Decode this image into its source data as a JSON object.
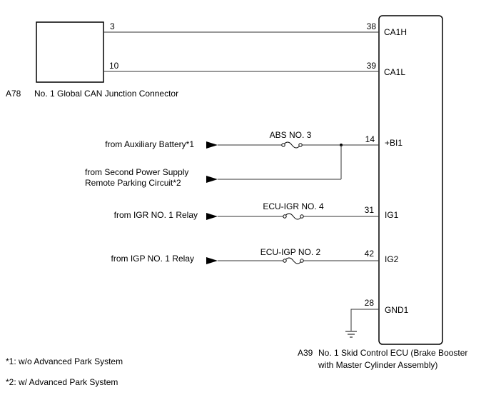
{
  "junction_connector": {
    "code": "A78",
    "name": "No. 1 Global CAN Junction Connector",
    "pin_ca1h": "3",
    "pin_ca1l": "10"
  },
  "ecu": {
    "code": "A39",
    "name_line1": "No. 1 Skid Control ECU (Brake Booster",
    "name_line2": "with Master Cylinder Assembly)",
    "terminals": [
      {
        "pin": "38",
        "label": "CA1H"
      },
      {
        "pin": "39",
        "label": "CA1L"
      },
      {
        "pin": "14",
        "label": "+BI1"
      },
      {
        "pin": "31",
        "label": "IG1"
      },
      {
        "pin": "42",
        "label": "IG2"
      },
      {
        "pin": "28",
        "label": "GND1"
      }
    ]
  },
  "sources": {
    "aux_battery": "from Auxiliary Battery*1",
    "second_power_line1": "from Second Power Supply",
    "second_power_line2": "Remote Parking Circuit*2",
    "igr_relay": "from IGR NO. 1 Relay",
    "igp_relay": "from IGP NO. 1 Relay"
  },
  "fuses": {
    "abs": "ABS NO. 3",
    "ecu_igr": "ECU-IGR NO. 4",
    "ecu_igp": "ECU-IGP NO. 2"
  },
  "notes": {
    "note1": "*1: w/o Advanced Park System",
    "note2": "*2: w/ Advanced Park System"
  }
}
